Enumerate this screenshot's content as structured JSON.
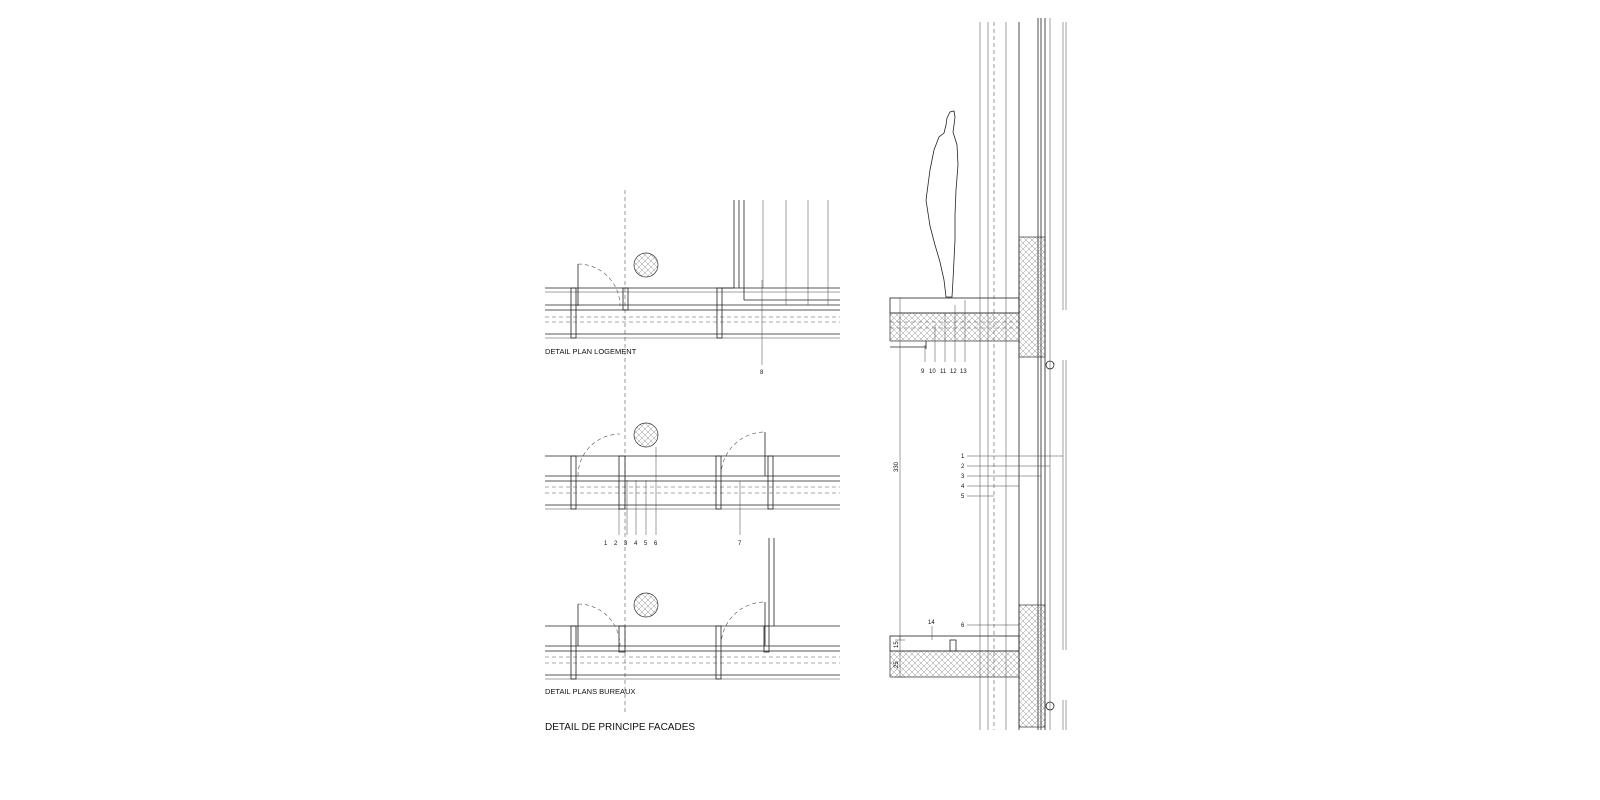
{
  "titles": {
    "plan_logement": "DETAIL PLAN LOGEMENT",
    "plans_bureaux": "DETAIL PLANS BUREAUX",
    "main": "DETAIL DE PRINCIPE FACADES"
  },
  "plan_callouts": {
    "top": [
      "8"
    ],
    "middle": [
      "1",
      "2",
      "3",
      "4",
      "5",
      "6",
      "7"
    ]
  },
  "section_callouts": {
    "slab": [
      "9",
      "10",
      "11",
      "12",
      "13"
    ],
    "facade": [
      "1",
      "2",
      "3",
      "4",
      "5"
    ],
    "lower": [
      "14",
      "6"
    ]
  },
  "dimensions": {
    "floor_height": "330",
    "upper_layer": "15",
    "lower_layer": "25"
  }
}
